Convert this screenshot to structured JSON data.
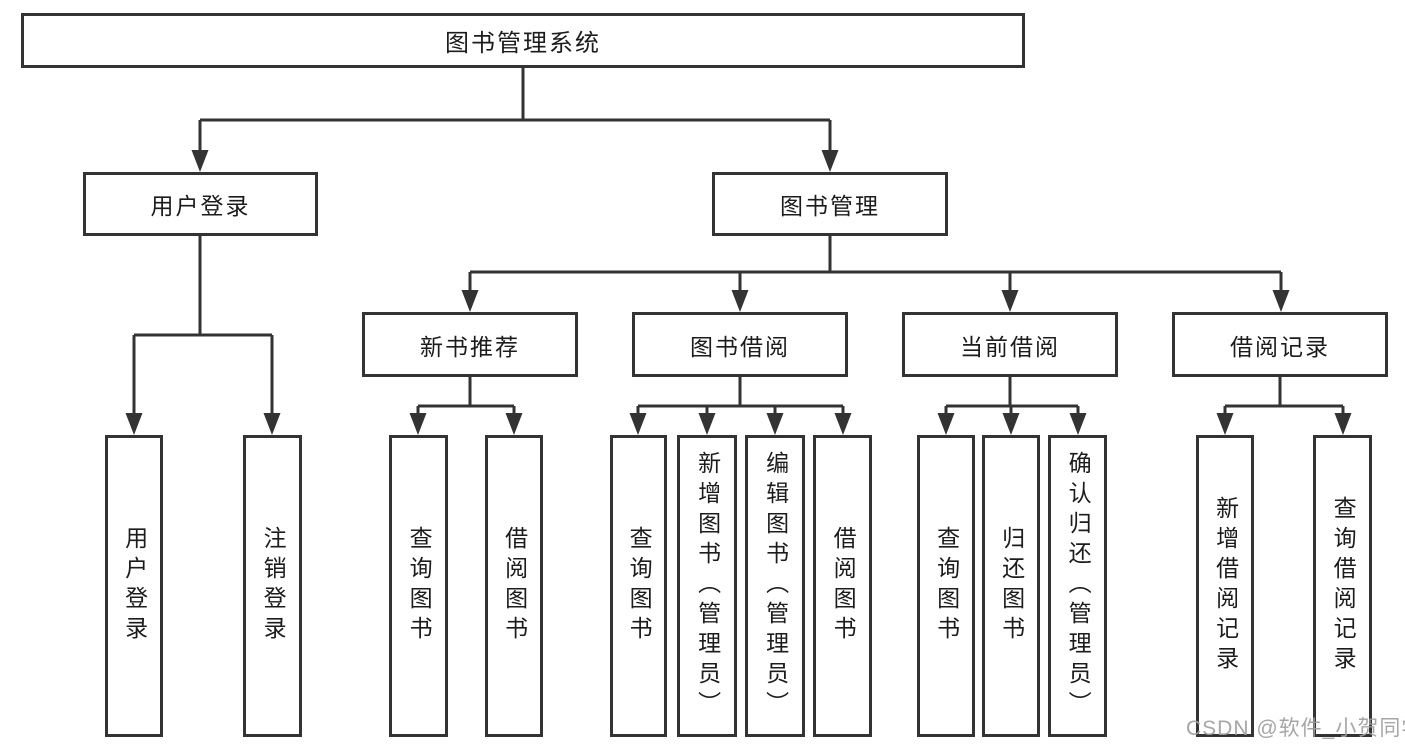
{
  "diagram": {
    "root": "图书管理系统",
    "branches": [
      {
        "label": "用户登录",
        "children": [
          "用户登录",
          "注销登录"
        ]
      },
      {
        "label": "图书管理",
        "children": [
          {
            "label": "新书推荐",
            "children": [
              "查询图书",
              "借阅图书"
            ]
          },
          {
            "label": "图书借阅",
            "children": [
              "查询图书",
              "新增图书（管理员）",
              "编辑图书（管理员）",
              "借阅图书"
            ]
          },
          {
            "label": "当前借阅",
            "children": [
              "查询图书",
              "归还图书",
              "确认归还（管理员）"
            ]
          },
          {
            "label": "借阅记录",
            "children": [
              "新增借阅记录",
              "查询借阅记录"
            ]
          }
        ]
      }
    ]
  },
  "watermark": {
    "text": "CSDN @软件_小贺同学"
  },
  "colors": {
    "line": "#333333",
    "box_border": "#333333",
    "text": "#1c1c1c",
    "watermark": "#9e9e9e",
    "background": "#ffffff"
  }
}
